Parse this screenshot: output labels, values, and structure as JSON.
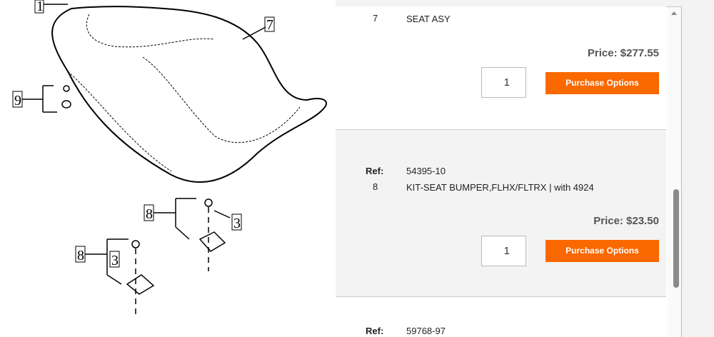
{
  "diagram": {
    "callouts": [
      "1",
      "7",
      "9",
      "8",
      "3",
      "8",
      "3"
    ]
  },
  "parts": [
    {
      "ref": "7",
      "description": "SEAT ASY",
      "price": "Price: $277.55",
      "qty": "1",
      "button": "Purchase Options"
    },
    {
      "ref_label": "Ref:",
      "part_number": "54395-10",
      "ref": "8",
      "description": "KIT-SEAT BUMPER,FLHX/FLTRX | with 4924",
      "price": "Price: $23.50",
      "qty": "1",
      "button": "Purchase Options"
    },
    {
      "ref_label": "Ref:",
      "part_number": "59768-97"
    }
  ]
}
